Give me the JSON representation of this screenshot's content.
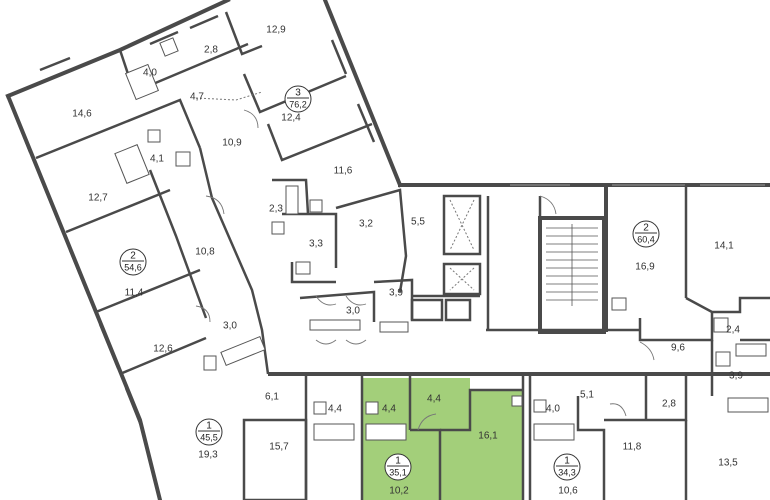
{
  "highlight_color": "#a3cf7a",
  "wall_color": "#4a4a4a",
  "apartments": [
    {
      "rooms": "3",
      "area": "76,2"
    },
    {
      "rooms": "2",
      "area": "54,6"
    },
    {
      "rooms": "1",
      "area": "45,5"
    },
    {
      "rooms": "1",
      "area": "35,1"
    },
    {
      "rooms": "1",
      "area": "34,3"
    },
    {
      "rooms": "2",
      "area": "60,4"
    }
  ],
  "room_areas": [
    "12,9",
    "2,8",
    "4,0",
    "4,7",
    "12,4",
    "14,6",
    "10,9",
    "4,1",
    "11,6",
    "12,7",
    "2,3",
    "3,2",
    "5,5",
    "3,3",
    "10,8",
    "11,4",
    "3,9",
    "3,0",
    "12,6",
    "3,0",
    "6,1",
    "4,4",
    "4,4",
    "4,4",
    "16,1",
    "19,3",
    "15,7",
    "10,2",
    "4,0",
    "5,1",
    "2,8",
    "10,6",
    "11,8",
    "13,5",
    "16,9",
    "14,1",
    "9,6",
    "2,4",
    "3,9"
  ]
}
